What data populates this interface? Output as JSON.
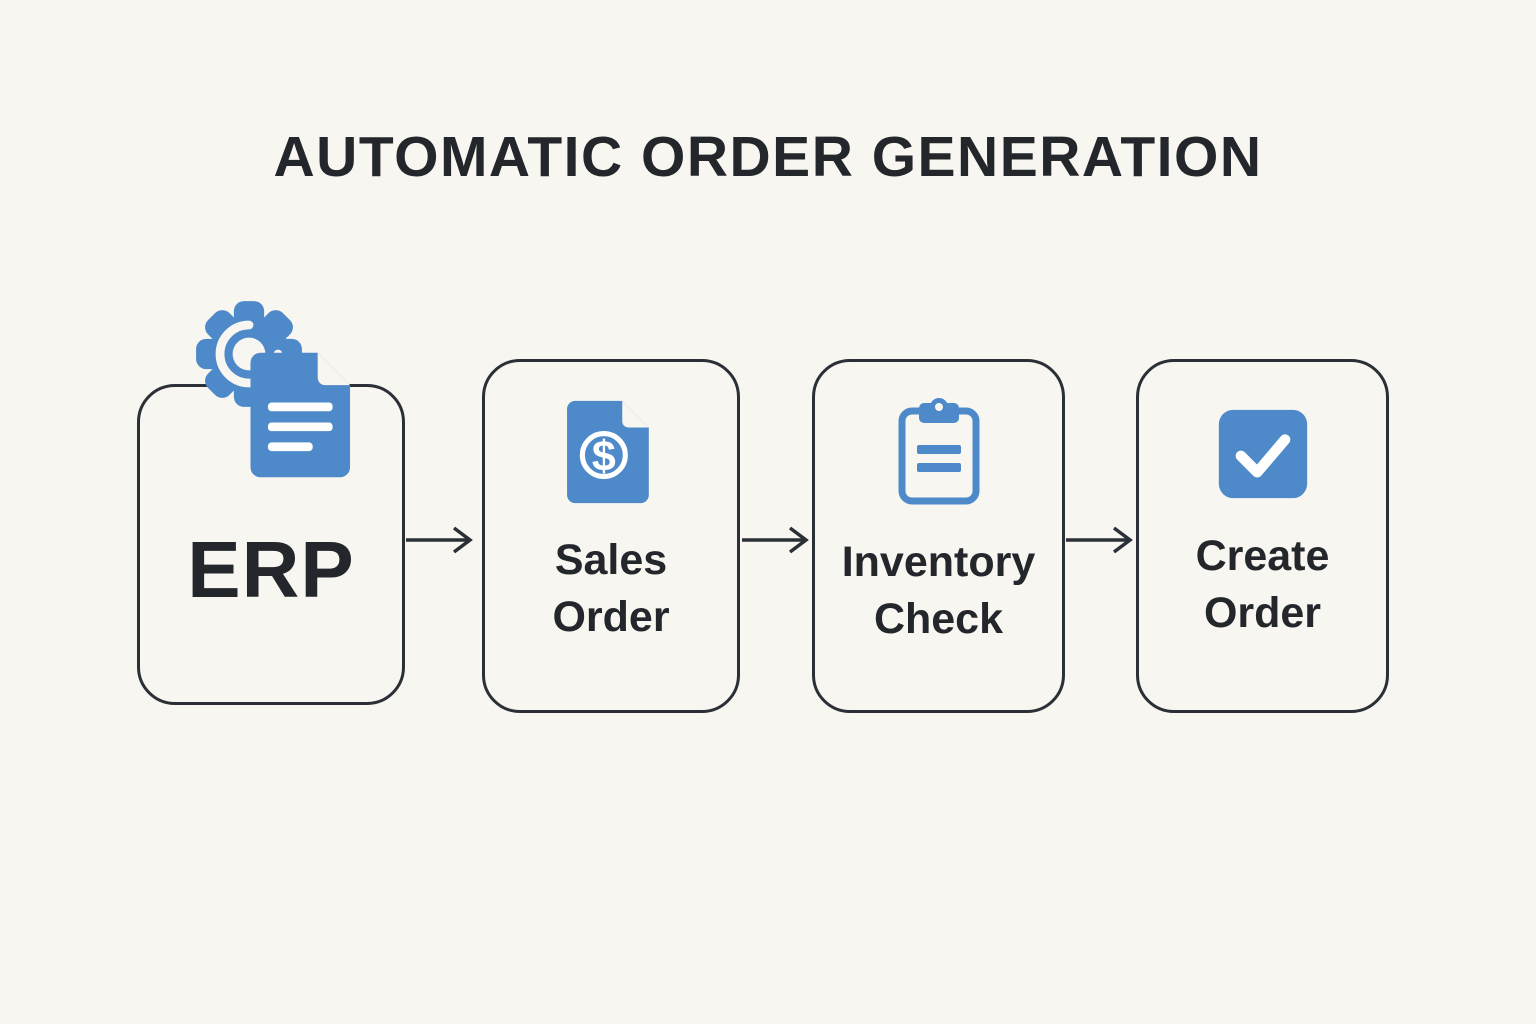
{
  "title": "AUTOMATIC ORDER GENERATION",
  "colors": {
    "background": "#f8f6f0",
    "border": "#2b3036",
    "icon_blue": "#4e8ac9",
    "text": "#23272b"
  },
  "steps": [
    {
      "label": "ERP",
      "icon": "gear-document-icon"
    },
    {
      "label": "Sales Order",
      "icon": "dollar-document-icon"
    },
    {
      "label": "Inventory Check",
      "icon": "clipboard-icon"
    },
    {
      "label": "Create Order",
      "icon": "check-square-icon"
    }
  ],
  "connectors": [
    {
      "from": "ERP",
      "to": "Sales Order",
      "icon": "arrow-right-icon"
    },
    {
      "from": "Sales Order",
      "to": "Inventory Check",
      "icon": "arrow-right-icon"
    },
    {
      "from": "Inventory Check",
      "to": "Create Order",
      "icon": "arrow-right-icon"
    }
  ]
}
